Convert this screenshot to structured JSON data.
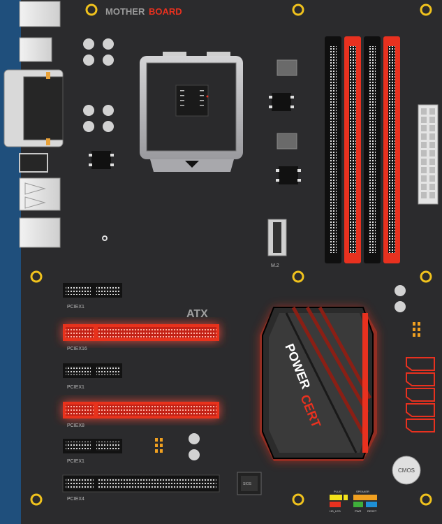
{
  "board": {
    "brand_left": "MOTHER",
    "brand_right": "BOARD",
    "form_factor": "ATX",
    "m2_label": "M.2",
    "cmos_label": "CMOS",
    "chipset_line1": "POWER",
    "chipset_line2": "CERT",
    "mini_chip_label": "SIOS",
    "slots": {
      "pciex1_a": "PCIEX1",
      "pciex16": "PCIEX16",
      "pciex1_b": "PCIEX1",
      "pciex8": "PCIEX8",
      "pciex1_c": "PCIEX1",
      "pciex4": "PCIEX4"
    },
    "headers": {
      "plug": "PLUG",
      "speaker": "SPEAKER",
      "hd_led": "HD_LED",
      "pwr": "PWR",
      "reset": "RESET"
    }
  },
  "colors": {
    "board": "#2b2b2d",
    "accent_red": "#e8311f",
    "mount_gold": "#f0c21d",
    "background": "#1f4f7c"
  }
}
